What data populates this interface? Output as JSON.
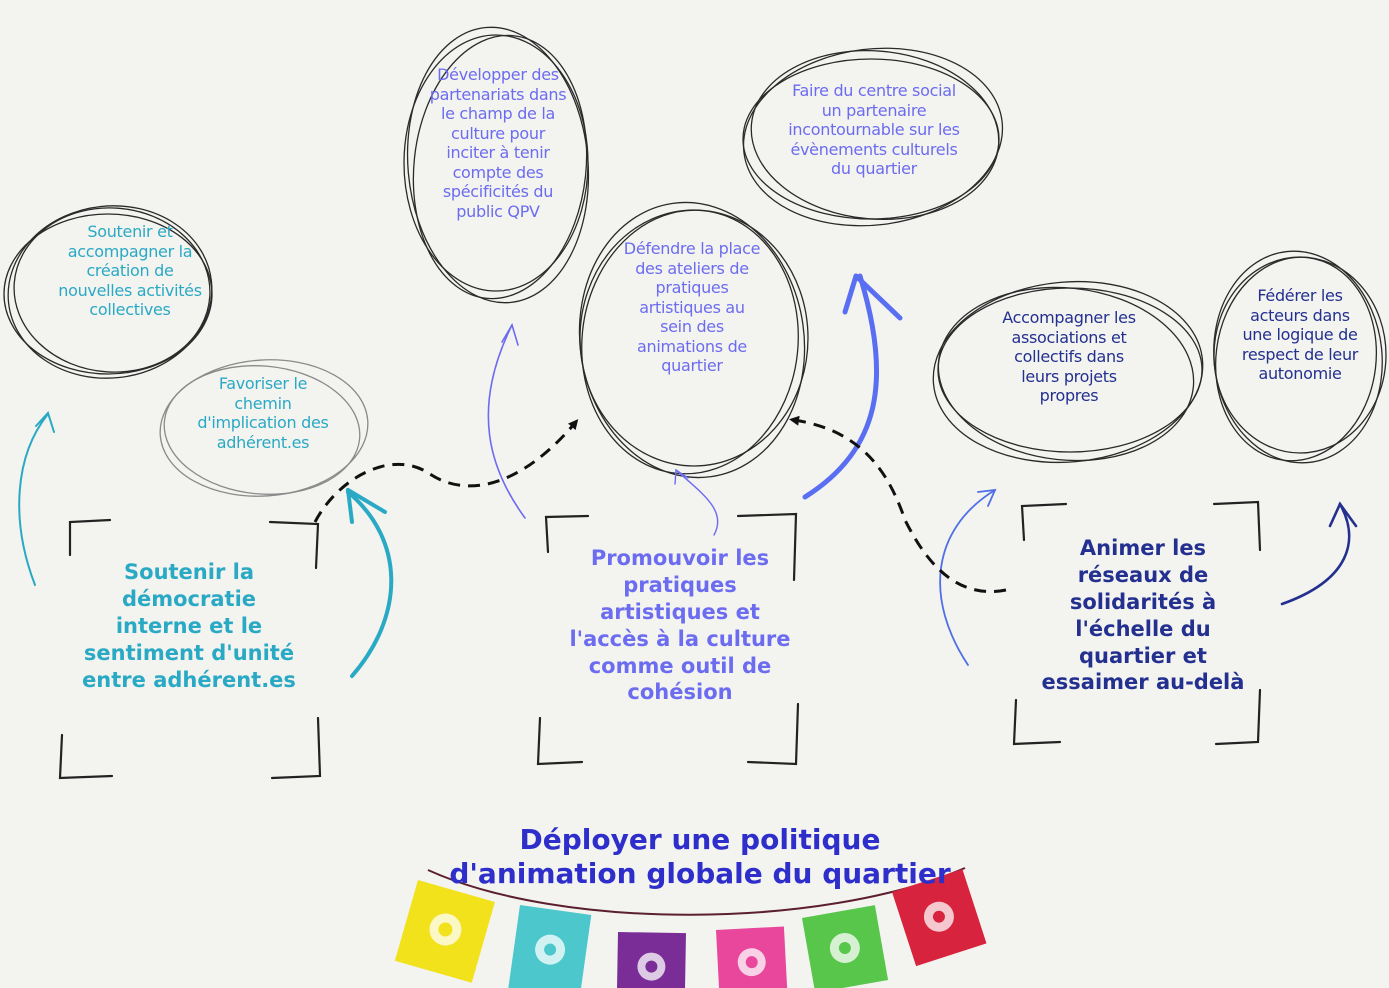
{
  "title": "Déployer une politique d'animation globale du quartier",
  "colors": {
    "background": "#f3f3f0",
    "teal": "#2aa9c4",
    "purple": "#6c6cf0",
    "navy": "#23308f",
    "title": "#2e2ecb",
    "sketch": "#2a2a2a",
    "bunting": [
      "#f2e21c",
      "#4cc8cc",
      "#7a2d96",
      "#e8479b",
      "#57c64a",
      "#d8233f"
    ]
  },
  "axes": [
    {
      "id": "axis-1",
      "label": "Soutenir la démocratie interne et le sentiment d'unité entre adhérent.es",
      "objectives": [
        "Soutenir et accompagner la création de nouvelles activités collectives",
        "Favoriser le chemin d'implication des adhérent.es"
      ]
    },
    {
      "id": "axis-2",
      "label": "Promouvoir les pratiques artistiques et l'accès à la culture comme outil de cohésion",
      "objectives": [
        "Développer des partenariats dans le champ de la culture pour inciter à tenir compte des spécificités du public QPV",
        "Défendre la place des ateliers de pratiques artistiques au sein des animations de quartier",
        "Faire du centre social un partenaire incontournable sur les évènements culturels du quartier"
      ]
    },
    {
      "id": "axis-3",
      "label": "Animer les réseaux de solidarités à l'échelle du quartier et essaimer au-delà",
      "objectives": [
        "Accompagner les associations et collectifs dans leurs projets propres",
        "Fédérer les acteurs dans une logique de respect de leur autonomie"
      ]
    }
  ]
}
